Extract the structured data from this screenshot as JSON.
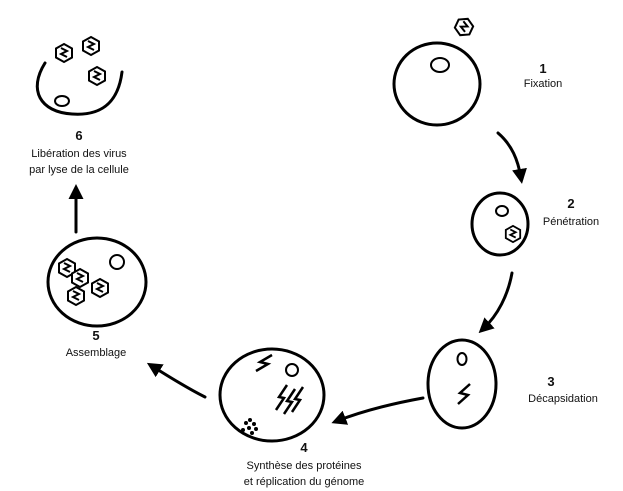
{
  "steps": [
    {
      "number": "1",
      "label": [
        "Fixation"
      ]
    },
    {
      "number": "2",
      "label": [
        "Pénétration"
      ]
    },
    {
      "number": "3",
      "label": [
        "Décapsidation"
      ]
    },
    {
      "number": "4",
      "label": [
        "Synthèse des protéines",
        "et réplication du génome"
      ]
    },
    {
      "number": "5",
      "label": [
        "Assemblage"
      ]
    },
    {
      "number": "6",
      "label": [
        "Libération des virus",
        "par lyse de la cellule"
      ]
    }
  ]
}
